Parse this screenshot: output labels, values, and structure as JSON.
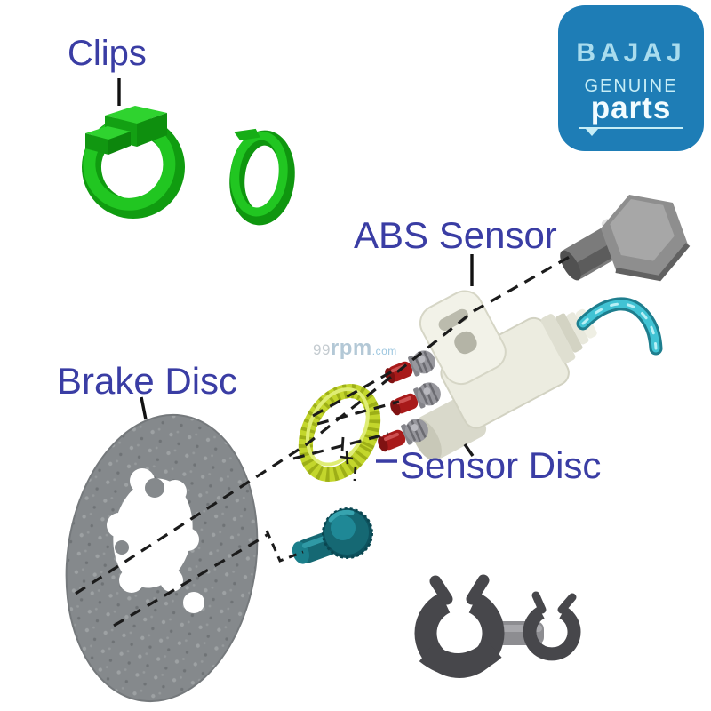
{
  "labels": {
    "clips": "Clips",
    "abs_sensor": "ABS Sensor",
    "brake_disc": "Brake Disc",
    "sensor_disc": "Sensor Disc"
  },
  "logo": {
    "brand": "BAJAJ",
    "line1": "GENUINE",
    "line2": "parts"
  },
  "watermark": {
    "prefix": "99",
    "name": "rpm",
    "suffix": ".com"
  },
  "colors": {
    "label_blue": "#3A3DA4",
    "logo_bg": "#1E7DB6",
    "logo_text_light": "#C6EDF6",
    "clip_green": "#21C621",
    "sensor_ring_green": "#C3D62C",
    "bolt_red": "#A81A1A",
    "bolt_teal": "#156873",
    "cable_teal": "#41C3D4",
    "disc_gray": "#85898C",
    "dark_clip": "#47474B"
  }
}
